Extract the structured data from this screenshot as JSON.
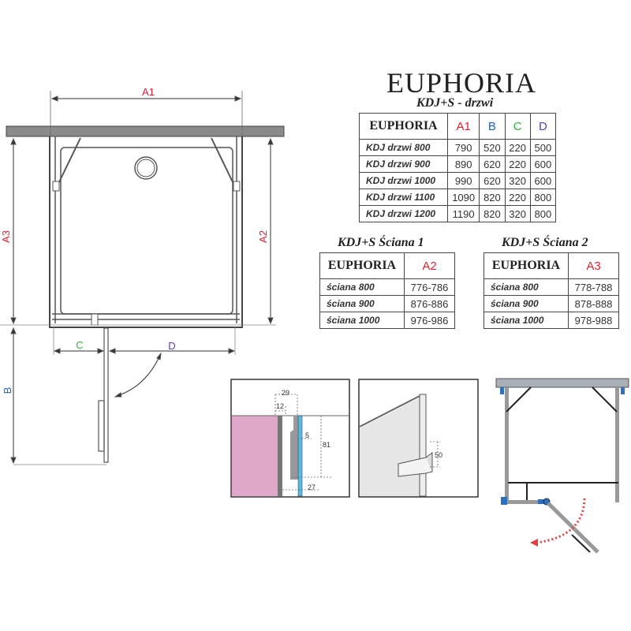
{
  "title": "EUPHORIA",
  "doors": {
    "subtitle": "KDJ+S - drzwi",
    "header": "EUPHORIA",
    "columns": [
      "A1",
      "B",
      "C",
      "D"
    ],
    "rows": [
      [
        "KDJ drzwi 800",
        "790",
        "520",
        "220",
        "500"
      ],
      [
        "KDJ drzwi 900",
        "890",
        "620",
        "220",
        "600"
      ],
      [
        "KDJ drzwi 1000",
        "990",
        "620",
        "320",
        "600"
      ],
      [
        "KDJ drzwi 1100",
        "1090",
        "820",
        "220",
        "800"
      ],
      [
        "KDJ drzwi 1200",
        "1190",
        "820",
        "320",
        "800"
      ]
    ]
  },
  "wall1": {
    "subtitle": "KDJ+S Ściana 1",
    "header": "EUPHORIA",
    "column": "A2",
    "rows": [
      [
        "ściana 800",
        "776-786"
      ],
      [
        "ściana 900",
        "876-886"
      ],
      [
        "ściana 1000",
        "976-986"
      ]
    ]
  },
  "wall2": {
    "subtitle": "KDJ+S Ściana 2",
    "header": "EUPHORIA",
    "column": "A3",
    "rows": [
      [
        "ściana 800",
        "778-788"
      ],
      [
        "ściana 900",
        "878-888"
      ],
      [
        "ściana 1000",
        "978-988"
      ]
    ]
  },
  "drawing": {
    "labels": {
      "A1": "A1",
      "A2": "A2",
      "A3": "A3",
      "B": "B",
      "C": "C",
      "D": "D"
    },
    "detail": {
      "d29": "29",
      "d12": "12",
      "d5": "5",
      "d81": "81",
      "d27": "27",
      "d50": "50"
    }
  },
  "colors": {
    "A": "#e02030",
    "B": "#2060c0",
    "C": "#30b040",
    "D": "#6040b0",
    "wall": "#8a8a8a",
    "pink": "#e0a8c8",
    "blue": "#3070c0"
  }
}
